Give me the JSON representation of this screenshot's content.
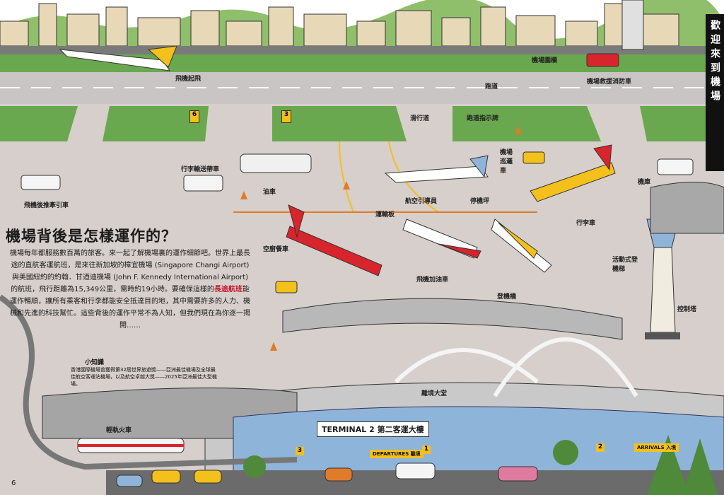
{
  "side_title": "歡迎來到機場",
  "title": "機場背後是怎樣運作的？",
  "intro": {
    "part1": "機場每年都服務數百萬的旅客。來一起了解機場裏的運作細節吧。世界上最長途的直航客運航班，是來往新加坡的樟宜機場 (Singapore Changi Airport)與美國紐約的約翰．甘迺迪機場 (John F. Kennedy International Airport) 的航班，飛行距離為15,349公里，需時約19小時。要確保這樣的",
    "highlight": "長途航班",
    "part2": "能運作暢順，讓所有乘客和行李都能安全抵達目的地，其中需要許多的人力、機械和先進的科技幫忙。這些背後的運作平常不為人知，但我們現在為你逐一揭開……"
  },
  "note": {
    "title": "小知識",
    "text": "香港國際機場曾獲得第32屆世界旅遊獎——亞洲最佳機場及全球最佳航空客運站機場，以及航空卓越大獎——2025年亞洲最佳大型機場。"
  },
  "labels": {
    "takeoff": "飛機起飛",
    "fence": "機場圍欄",
    "fire_truck": "機場救援消防車",
    "runway": "跑道",
    "taxiway": "滑行道",
    "taxi_sign": "跑道指示牌",
    "belt_truck": "行李輸送帶車",
    "patrol": "機場巡邏車",
    "tug": "飛機後推牽引車",
    "fuel_truck": "油車",
    "marshaller": "航空引導員",
    "apron": "停機坪",
    "hangar": "機庫",
    "pallet": "運輸板",
    "catering": "空廚餐車",
    "refuel": "飛機加油車",
    "baggage_cart": "行李車",
    "stairs": "活動式登機梯",
    "bridge": "登機橋",
    "tower": "控制塔",
    "departure_hall": "離境大堂",
    "light_rail": "輕軌火車",
    "terminal": "TERMINAL 2 第二客運大樓",
    "departures": "DEPARTURES 離境",
    "arrivals": "ARRIVALS 入境",
    "sign_3a": "3",
    "sign_1": "1",
    "sign_2": "2",
    "sign_3b": "3",
    "runway_sign": "6"
  },
  "page_number": "6",
  "colors": {
    "grass": "#6aa84f",
    "tarmac": "#d6cfcb",
    "runway": "#c9c5c5",
    "sky": "#ffffff",
    "accent_red": "#d8242c",
    "accent_yellow": "#f3c01c",
    "glass": "#8fb4d9"
  }
}
